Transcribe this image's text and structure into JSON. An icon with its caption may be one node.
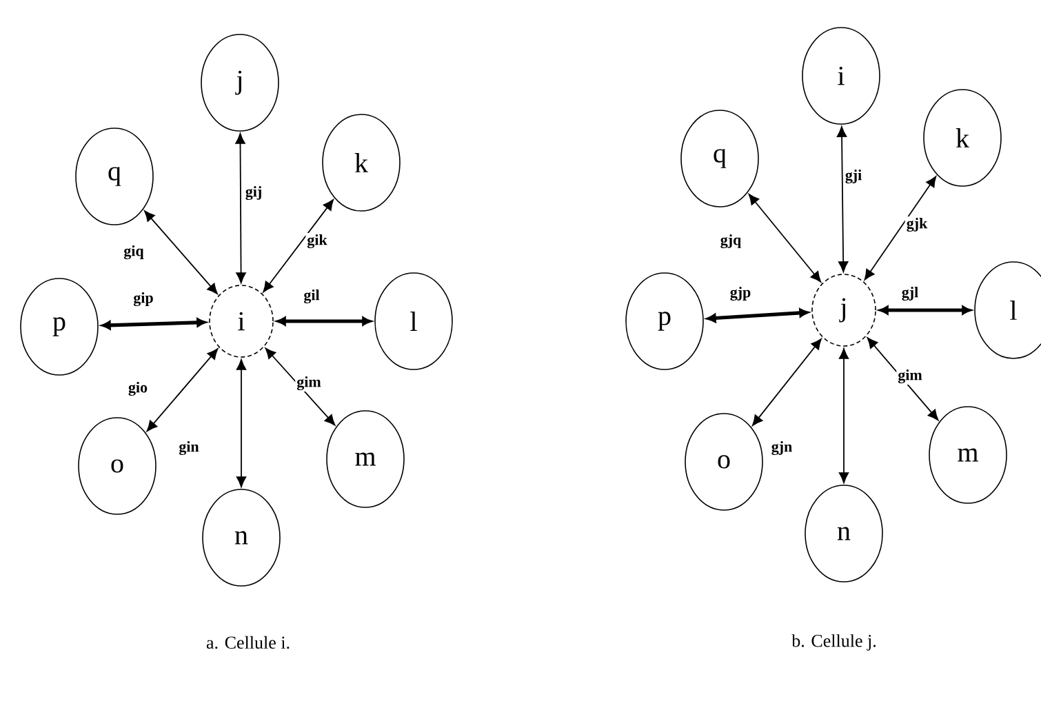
{
  "diagram": {
    "nodes": [
      {
        "text": [
          "i"
        ]
      },
      {
        "text": [
          "j"
        ]
      },
      {
        "text": [
          "k"
        ]
      },
      {
        "text": [
          "l"
        ]
      },
      {
        "text": [
          "m"
        ]
      },
      {
        "text": [
          "n"
        ]
      },
      {
        "text": [
          "o"
        ]
      },
      {
        "text": [
          "p"
        ]
      },
      {
        "text": [
          "q"
        ]
      },
      {
        "text": [
          "j"
        ]
      },
      {
        "text": [
          "i"
        ]
      },
      {
        "text": [
          "k"
        ]
      },
      {
        "text": [
          "l"
        ]
      },
      {
        "text": [
          "m"
        ]
      },
      {
        "text": [
          "n"
        ]
      },
      {
        "text": [
          "o"
        ]
      },
      {
        "text": [
          "p"
        ]
      },
      {
        "text": [
          "q"
        ]
      }
    ],
    "edges": [
      {
        "from": 0,
        "to": 1,
        "arrow": "both",
        "label": "gij"
      },
      {
        "from": 0,
        "to": 2,
        "arrow": "both",
        "label": "gik"
      },
      {
        "from": 0,
        "to": 3,
        "arrow": "both",
        "label": "gil",
        "style": "thick"
      },
      {
        "from": 0,
        "to": 4,
        "arrow": "both",
        "label": "gim"
      },
      {
        "from": 0,
        "to": 5,
        "arrow": "both",
        "label": "gin"
      },
      {
        "from": 0,
        "to": 6,
        "arrow": "both",
        "label": "gio"
      },
      {
        "from": 0,
        "to": 7,
        "arrow": "both",
        "label": "gip",
        "style": "thick"
      },
      {
        "from": 0,
        "to": 8,
        "arrow": "both",
        "label": "giq"
      },
      {
        "from": 9,
        "to": 10,
        "arrow": "both",
        "label": "gji"
      },
      {
        "from": 9,
        "to": 11,
        "arrow": "both",
        "label": "gjk"
      },
      {
        "from": 9,
        "to": 12,
        "arrow": "both",
        "label": "gjl",
        "style": "thick"
      },
      {
        "from": 9,
        "to": 13,
        "arrow": "both",
        "label": "gim"
      },
      {
        "from": 9,
        "to": 14,
        "arrow": "both"
      },
      {
        "from": 9,
        "to": 15,
        "arrow": "both",
        "label": "gjn"
      },
      {
        "from": 9,
        "to": 16,
        "arrow": "both",
        "label": "gjp",
        "style": "thick"
      },
      {
        "from": 9,
        "to": 17,
        "arrow": "both",
        "label": "gjq"
      }
    ],
    "labels": [
      "a. Cellule i.",
      "b. Cellule j."
    ]
  }
}
